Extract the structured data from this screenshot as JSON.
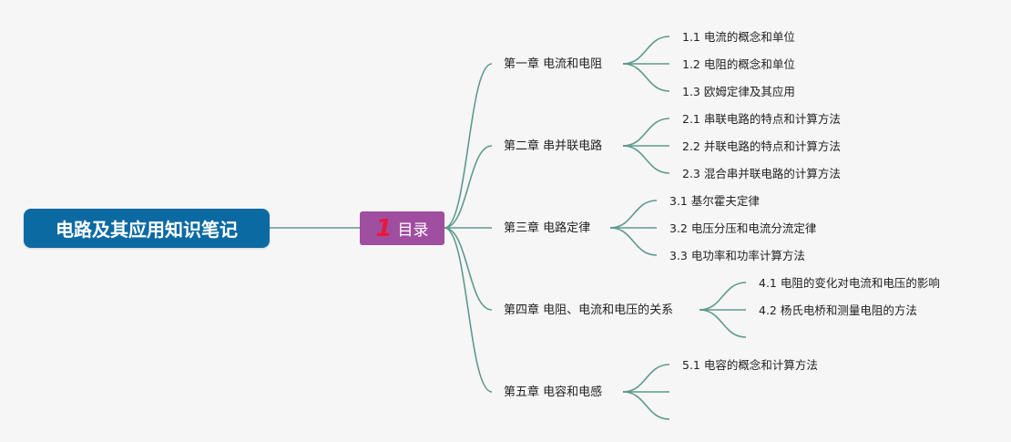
{
  "root": {
    "title": "电路及其应用知识笔记"
  },
  "hub": {
    "number": "1",
    "label": "目录"
  },
  "chapters": [
    {
      "title": "第一章 电流和电阻",
      "sections": [
        "1.1 电流的概念和单位",
        "1.2 电阻的概念和单位",
        "1.3 欧姆定律及其应用"
      ]
    },
    {
      "title": "第二章 串并联电路",
      "sections": [
        "2.1 串联电路的特点和计算方法",
        "2.2 并联电路的特点和计算方法",
        "2.3 混合串并联电路的计算方法"
      ]
    },
    {
      "title": "第三章 电路定律",
      "sections": [
        "3.1 基尔霍夫定律",
        "3.2 电压分压和电流分流定律",
        "3.3 电功率和功率计算方法"
      ]
    },
    {
      "title": "第四章 电阻、电流和电压的关系",
      "sections": [
        "4.1 电阻的变化对电流和电压的影响",
        "4.2 杨氏电桥和测量电阻的方法",
        ""
      ]
    },
    {
      "title": "第五章 电容和电感",
      "sections": [
        "5.1 电容的概念和计算方法",
        "",
        ""
      ]
    }
  ],
  "colors": {
    "root": "#0c6aa3",
    "hub": "#a04ea0",
    "hub_number": "#e8193a",
    "link": "#5e9a8c",
    "background": "#f6f6f6"
  }
}
